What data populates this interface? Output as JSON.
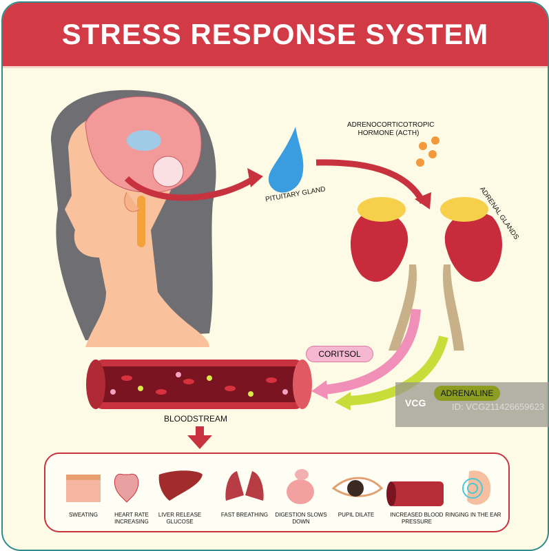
{
  "title": "STRESS RESPONSE SYSTEM",
  "labels": {
    "pituitary": "PITUITARY GLAND",
    "acth": "ADRENOCORTICOTROPIC HORMONE (ACTH)",
    "adrenal": "ADRENAL GLANDS",
    "cortisol": "CORITSOL",
    "adrenaline": "ADRENALINE",
    "bloodstream": "BLOODSTREAM"
  },
  "effects": [
    {
      "label": "SWEATING",
      "icon": "skin-icon"
    },
    {
      "label": "HEART RATE INCREASING",
      "icon": "heart-icon"
    },
    {
      "label": "LIVER RELEASE GLUCOSE",
      "icon": "liver-icon"
    },
    {
      "label": "FAST BREATHING",
      "icon": "lungs-icon"
    },
    {
      "label": "DIGESTION SLOWS DOWN",
      "icon": "digestive-icon"
    },
    {
      "label": "PUPIL DILATE",
      "icon": "eye-icon"
    },
    {
      "label": "INCREASED BLOOD PRESSURE",
      "icon": "blood-vessel-icon"
    },
    {
      "label": "RINGING IN THE EAR",
      "icon": "ear-icon"
    }
  ],
  "watermark": {
    "logo": "VCG",
    "id": "ID: VCG211426659623"
  },
  "colors": {
    "header": "#d23a45",
    "background": "#fdfbe6",
    "cortisol": "#f08fb8",
    "adrenaline": "#c8dc3a"
  }
}
